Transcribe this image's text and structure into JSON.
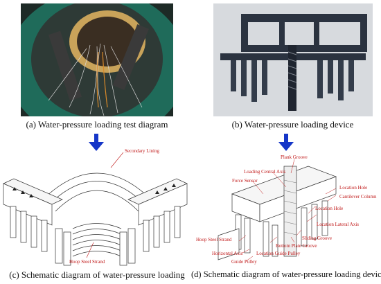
{
  "captions": {
    "a": "(a) Water-pressure loading test diagram",
    "b": "(b) Water-pressure loading device",
    "c": "(c) Schematic diagram of water-pressure loading",
    "d": "(d) Schematic diagram of water-pressure loading device"
  },
  "labels_c": {
    "secondary_lining": "Secondary Lining",
    "hoop_steel_strand": "Hoop Steel Strand"
  },
  "labels_d": {
    "plank_groove": "Plank Groove",
    "loading_central_axis": "Loading Central Axis",
    "force_sensor": "Force Sensor",
    "location_hole_top": "Location Hole",
    "cantilever_column": "Cantilever Column",
    "location_hole": "Location Hole",
    "location_lateral_axis": "Location Lateral Axis",
    "sliding_groove": "Sliding Groove",
    "hoop_steel_strand": "Hoop Steel Strand",
    "bottom_plate_groove": "Bottom Plate Groove",
    "location_guide_pulley": "Location Guide Pulley",
    "horizontal_axis": "Horizontal Axis",
    "guide_pulley": "Guide Pulley"
  },
  "colors": {
    "arrow": "#1536c8",
    "label": "#c01818",
    "line": "#333333"
  }
}
